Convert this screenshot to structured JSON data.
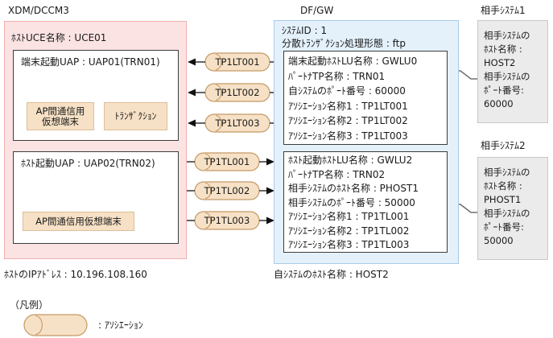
{
  "titles": {
    "left_system": "XDM/DCCM3",
    "middle_system": "DF/GW",
    "partner1": "相手ｼｽﾃﾑ1",
    "partner2": "相手ｼｽﾃﾑ2"
  },
  "xdm": {
    "uce_label": "ﾎｽﾄUCE名称 : UCE01",
    "uap1": {
      "title": "端末起動UAP : UAP01(TRN01)",
      "ap_terminal_line1": "AP間通信用",
      "ap_terminal_line2": "仮想端末",
      "transaction": "ﾄﾗﾝｻﾞｸｼｮﾝ"
    },
    "uap2": {
      "title": "ﾎｽﾄ起動UAP : UAP02(TRN02)",
      "ap_terminal": "AP間通信用仮想端末"
    },
    "ip_address": "ﾎｽﾄのIPｱﾄﾞﾚｽ : 10.196.108.160"
  },
  "dfgw": {
    "system_id": "ｼｽﾃﾑID : 1",
    "processing_mode": "分散ﾄﾗﾝｻﾞｸｼｮﾝ処理形態 : ftp",
    "lu1": {
      "lines": [
        "端末起動ﾎｽﾄLU名称 : GWLU0",
        "ﾊﾟｰﾄﾅTP名称 : TRN01",
        "自ｼｽﾃﾑのﾎﾟｰﾄ番号 : 60000",
        "ｱｿｼｴｰｼｮﾝ名称1 : TP1LT001",
        "ｱｿｼｴｰｼｮﾝ名称2 : TP1LT002",
        "ｱｿｼｴｰｼｮﾝ名称3 : TP1LT003"
      ]
    },
    "lu2": {
      "lines": [
        "ﾎｽﾄ起動ﾎｽﾄLU名称 : GWLU2",
        "ﾊﾟｰﾄﾅTP名称 : TRN02",
        "相手ｼｽﾃﾑのﾎｽﾄ名称 : PHOST1",
        "相手ｼｽﾃﾑのﾎﾟｰﾄ番号 : 50000",
        "ｱｿｼｴｰｼｮﾝ名称1 : TP1TL001",
        "ｱｿｼｴｰｼｮﾝ名称2 : TP1TL002",
        "ｱｿｼｴｰｼｮﾝ名称3 : TP1TL003"
      ]
    },
    "host_label": "自ｼｽﾃﾑのﾎｽﾄ名称 : HOST2"
  },
  "associations": {
    "lt": [
      "TP1LT001",
      "TP1LT002",
      "TP1LT003"
    ],
    "tl": [
      "TP1TL001",
      "TP1TL002",
      "TP1TL003"
    ]
  },
  "partner1_box": {
    "lines": [
      "相手ｼｽﾃﾑの",
      "ﾎｽﾄ名称 :",
      "HOST2",
      "相手ｼｽﾃﾑの",
      "ﾎﾟｰﾄ番号:",
      "60000"
    ]
  },
  "partner2_box": {
    "lines": [
      "相手ｼｽﾃﾑの",
      "ﾎｽﾄ名称 :",
      "PHOST1",
      "相手ｼｽﾃﾑの",
      "ﾎﾟｰﾄ番号:",
      "50000"
    ]
  },
  "legend": {
    "title": "（凡例）",
    "association_label": ": ｱｿｼｴｰｼｮﾝ"
  },
  "colors": {
    "pink_fill": "#FBE3E3",
    "pink_border": "#F2AEAE",
    "blue_fill": "#E4F1FB",
    "blue_border": "#A9CBE8",
    "tan_fill": "#F7E1C6",
    "tan_border": "#DDBE96",
    "cyl_border": "#C49A66",
    "gray_fill": "#EBEBEB",
    "gray_border": "#C8C8C8",
    "border_dark": "#3C3C3C",
    "line": "#333333",
    "zigzag": "#707070"
  }
}
